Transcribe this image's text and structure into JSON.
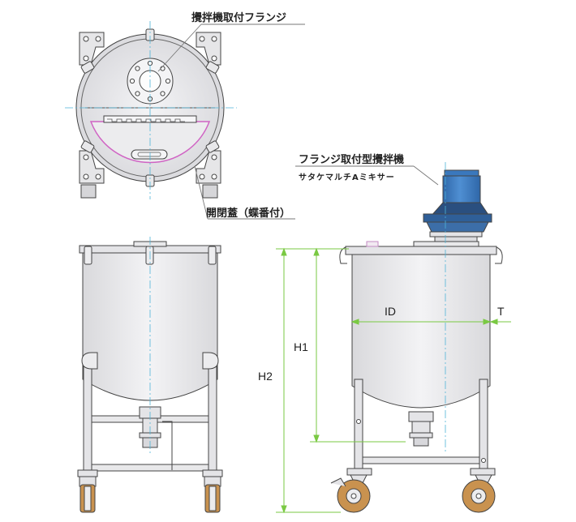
{
  "labels": {
    "flange_top": "攪拌機取付フランジ",
    "lid": "開閉蓋（蝶番付）",
    "mixer_title": "フランジ取付型攪拌機",
    "mixer_sub": "サタケマルチAミキサー"
  },
  "dimensions": {
    "id": "ID",
    "t": "T",
    "h1": "H1",
    "h2": "H2"
  },
  "colors": {
    "vessel_fill": "#ececee",
    "vessel_stroke": "#444444",
    "centerline": "#4fb4d8",
    "dimension": "#7ac943",
    "motor": "#3f7fc4",
    "motor_dark": "#2a4f7f",
    "caster_wheel": "#c9924f",
    "lid_outline": "#d064c4"
  }
}
